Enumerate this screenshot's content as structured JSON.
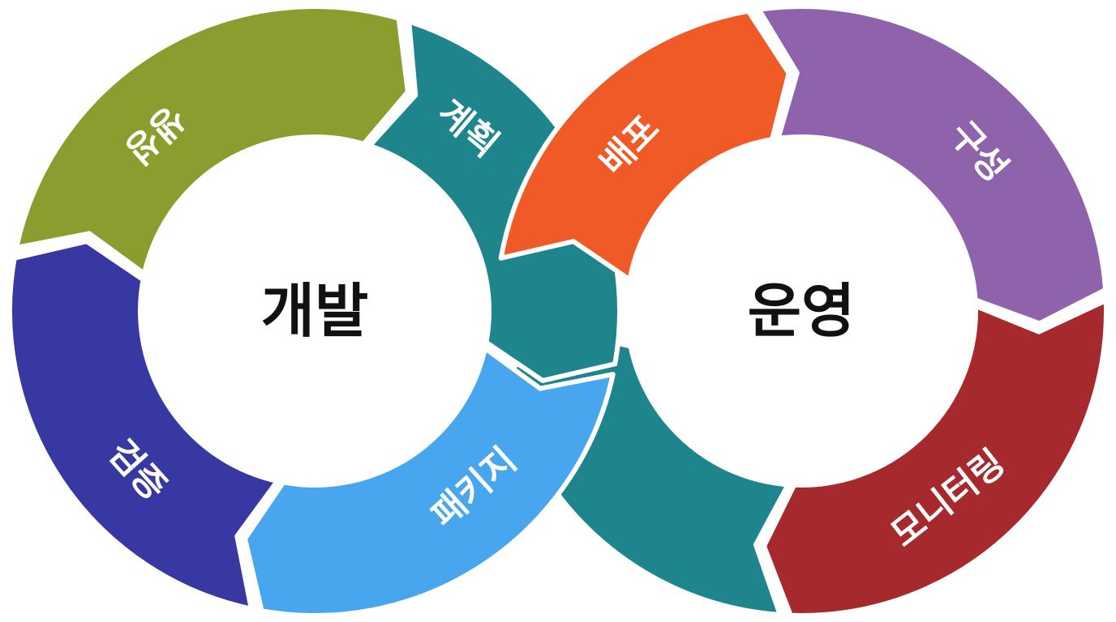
{
  "loops": [
    {
      "center_label": "개발",
      "segments": [
        {
          "label": "계획",
          "color": "#1E858C"
        },
        {
          "label": "패키지",
          "color": "#47A6EE"
        },
        {
          "label": "검증",
          "color": "#3838A3"
        },
        {
          "label": "생성",
          "color": "#8A9E2F"
        }
      ]
    },
    {
      "center_label": "운영",
      "segments": [
        {
          "label": "배포",
          "color": "#EF5A26"
        },
        {
          "label": "구성",
          "color": "#8E63AC"
        },
        {
          "label": "모니터링",
          "color": "#A5292D"
        },
        {
          "label": "",
          "color": "#1E858C"
        }
      ]
    }
  ]
}
